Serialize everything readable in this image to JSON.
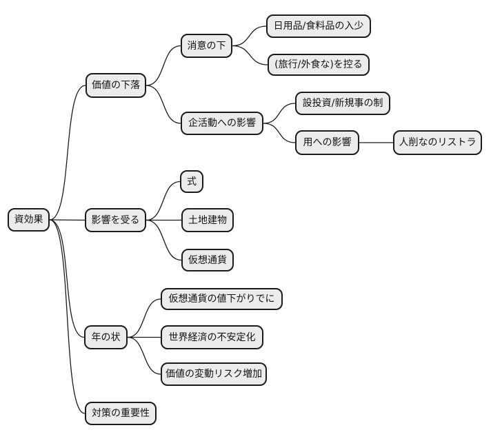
{
  "diagram": {
    "type": "mindmap",
    "background_color": "#ffffff",
    "node_fill_color": "#ececec",
    "node_border_color": "#1a1a1a",
    "edge_color": "#1a1a1a",
    "text_color": "#111111"
  },
  "nodes": {
    "root": {
      "label": "資効果"
    },
    "value_decline": {
      "label": "価値の下落"
    },
    "consumption": {
      "label": "消意の下"
    },
    "daily_goods": {
      "label": "日用品/食料品の入少"
    },
    "travel_dining": {
      "label": "(旅行/外食な)を控る"
    },
    "corporate_impact": {
      "label": "企活動への影響"
    },
    "capex_restraint": {
      "label": "設投資/新規事の制"
    },
    "employment_impact": {
      "label": "用への影響"
    },
    "restructuring": {
      "label": "人削なのリストラ"
    },
    "affected_assets": {
      "label": "影響を受る"
    },
    "stocks": {
      "label": "式"
    },
    "real_estate": {
      "label": "土地建物"
    },
    "crypto": {
      "label": "仮想通貨"
    },
    "recent_situation": {
      "label": "年の状"
    },
    "crypto_drop": {
      "label": "仮想通貨の値下がりでに"
    },
    "global_instability": {
      "label": "世界経済の不安定化"
    },
    "volatility_risk": {
      "label": "価値の変動リスク増加"
    },
    "countermeasures": {
      "label": "対策の重要性"
    }
  },
  "hierarchy": {
    "root": [
      "value_decline",
      "affected_assets",
      "recent_situation",
      "countermeasures"
    ],
    "value_decline": [
      "consumption",
      "corporate_impact"
    ],
    "consumption": [
      "daily_goods",
      "travel_dining"
    ],
    "corporate_impact": [
      "capex_restraint",
      "employment_impact"
    ],
    "employment_impact": [
      "restructuring"
    ],
    "affected_assets": [
      "stocks",
      "real_estate",
      "crypto"
    ],
    "recent_situation": [
      "crypto_drop",
      "global_instability",
      "volatility_risk"
    ]
  }
}
